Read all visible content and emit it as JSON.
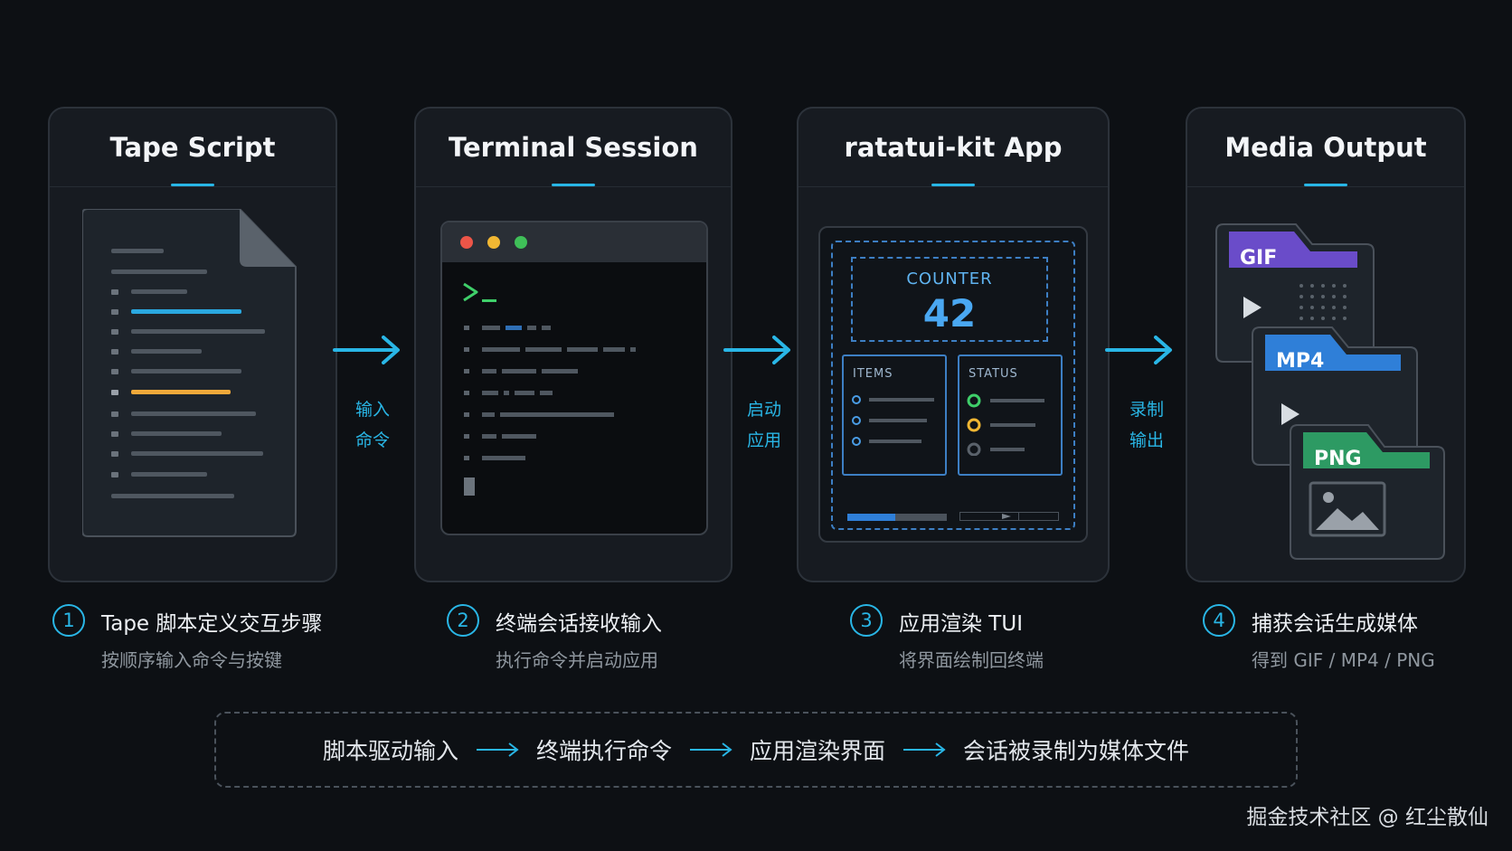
{
  "panels": [
    {
      "title": "Tape Script"
    },
    {
      "title": "Terminal Session"
    },
    {
      "title": "ratatui-kit App"
    },
    {
      "title": "Media Output"
    }
  ],
  "app": {
    "counter_label": "COUNTER",
    "counter_value": "42",
    "items_label": "ITEMS",
    "status_label": "STATUS",
    "progress": 0.48
  },
  "media": {
    "gif": "GIF",
    "mp4": "MP4",
    "png": "PNG"
  },
  "arrows": [
    {
      "line1": "输入",
      "line2": "命令"
    },
    {
      "line1": "启动",
      "line2": "应用"
    },
    {
      "line1": "录制",
      "line2": "输出"
    }
  ],
  "steps": [
    {
      "num": "1",
      "title": "Tape 脚本定义交互步骤",
      "sub": "按顺序输入命令与按键"
    },
    {
      "num": "2",
      "title": "终端会话接收输入",
      "sub": "执行命令并启动应用"
    },
    {
      "num": "3",
      "title": "应用渲染 TUI",
      "sub": "将界面绘制回终端"
    },
    {
      "num": "4",
      "title": "捕获会话生成媒体",
      "sub": "得到 GIF / MP4 / PNG"
    }
  ],
  "summary": [
    "脚本驱动输入",
    "终端执行命令",
    "应用渲染界面",
    "会话被录制为媒体文件"
  ],
  "watermark": "掘金技术社区 @ 红尘散仙",
  "colors": {
    "accent": "#29b6e6",
    "doc_highlight_blue": "#2aa8e0",
    "doc_highlight_orange": "#f0a93a",
    "gif": "#6a4cc9",
    "mp4": "#2f7fd8",
    "png": "#2d9a63"
  }
}
